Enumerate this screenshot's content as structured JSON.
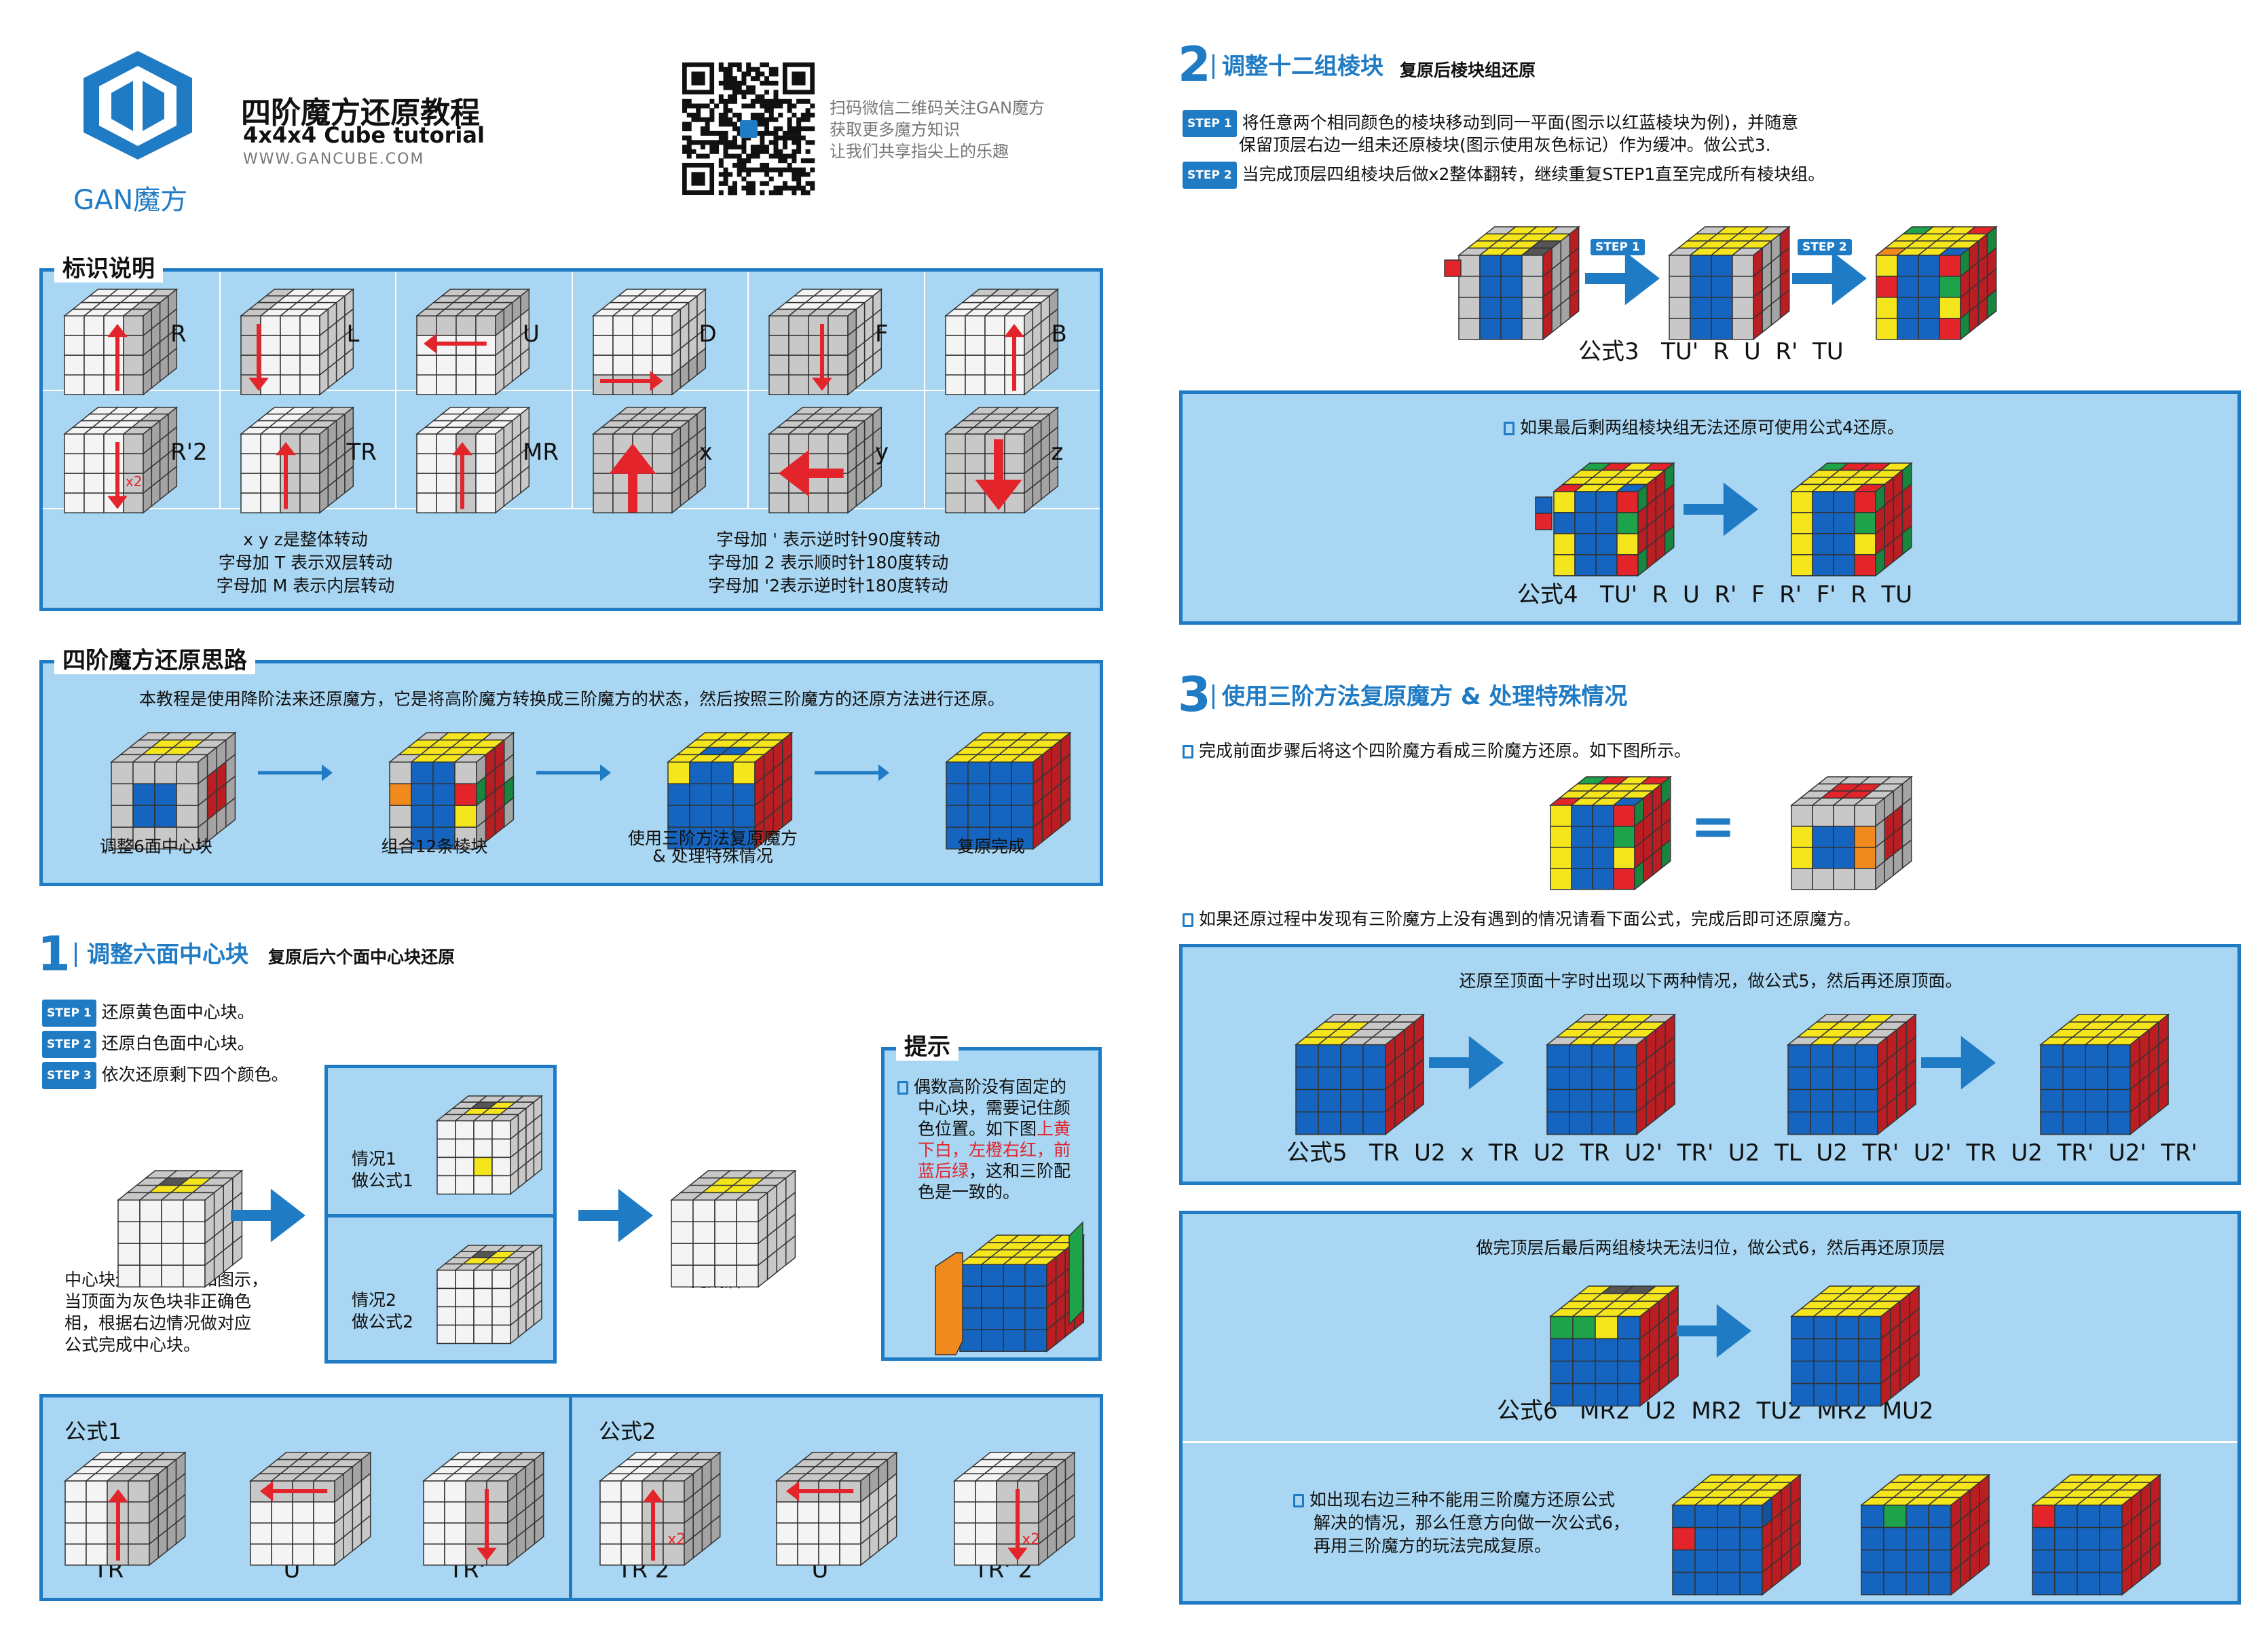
{
  "header": {
    "logo_text": "GAN魔方",
    "title": "四阶魔方还原教程",
    "subtitle": "4x4x4 Cube tutorial",
    "website": "WWW.GANCUBE.COM",
    "qr_lines": [
      "扫码微信二维码关注GAN魔方",
      "获取更多魔方知识",
      "让我们共享指尖上的乐趣"
    ]
  },
  "notation": {
    "title": "标识说明",
    "row1": [
      "R",
      "L",
      "U",
      "D",
      "F",
      "B"
    ],
    "row2": [
      "R'2",
      "TR",
      "MR",
      "x",
      "y",
      "z"
    ],
    "x2": "x2",
    "notes_left": [
      "x y z是整体转动",
      "字母加 T 表示双层转动",
      "字母加 M 表示内层转动"
    ],
    "notes_right": [
      "字母加 ' 表示逆时针90度转动",
      "字母加 2 表示顺时针180度转动",
      "字母加 '2表示逆时针180度转动"
    ]
  },
  "approach": {
    "title": "四阶魔方还原思路",
    "intro": "本教程是使用降阶法来还原魔方，它是将高阶魔方转换成三阶魔方的状态，然后按照三阶魔方的还原方法进行还原。",
    "steps": [
      "调整6面中心块",
      "组合12条棱块",
      "使用三阶方法复原魔方",
      "& 处理特殊情况",
      "复原完成"
    ]
  },
  "section1": {
    "num": "1",
    "title": "调整六面中心块",
    "subtitle": "复原后六个面中心块还原",
    "step_badges": [
      "STEP 1",
      "STEP 2",
      "STEP 3"
    ],
    "steps": [
      "还原黄色面中心块。",
      "还原白色面中心块。",
      "依次还原剩下四个颜色。"
    ],
    "case1": [
      "情况1",
      "做公式1"
    ],
    "case2": [
      "情况2",
      "做公式2"
    ],
    "done": "完成后",
    "explain": [
      "中心块还原思路：如图示，",
      "当顶面为灰色块非正确色",
      "相，根据右边情况做对应",
      "公式完成中心块。"
    ],
    "tip_title": "提示",
    "tip_lines": [
      "偶数高阶没有固定的",
      "中心块，需要记住颜",
      "色位置。如下图",
      "这和三阶配",
      "色是一致的。"
    ],
    "tip_red": [
      "上黄",
      "下白，左橙右红，前",
      "蓝后绿"
    ],
    "tip_punct": "，"
  },
  "formulas12": {
    "f1_title": "公式1",
    "f1": [
      "TR",
      "U",
      "TR'"
    ],
    "f2_title": "公式2",
    "f2": [
      "TR 2",
      "U",
      "TR' 2"
    ],
    "x2": "x2"
  },
  "section2": {
    "num": "2",
    "title": "调整十二组棱块",
    "subtitle": "复原后棱块组还原",
    "step_badges": [
      "STEP 1",
      "STEP 2"
    ],
    "step1_a": "将任意两个相同颜色的棱块移动到同一平面(图示以红蓝棱块为例)，并随意",
    "step1_b": "保留顶层右边一组未还原棱块(图示使用灰色标记）作为缓冲。做公式3.",
    "step2": "当完成顶层四组棱块后做x2整体翻转，继续重复STEP1直至完成所有棱块组。",
    "arrow_labels": [
      "STEP 1",
      "STEP 2"
    ],
    "formula3": "公式3   TU'  R  U  R'  TU",
    "note4": "如果最后剩两组棱块组无法还原可使用公式4还原。",
    "formula4": "公式4   TU'  R  U  R'  F  R'  F'  R  TU"
  },
  "section3": {
    "num": "3",
    "title": "使用三阶方法复原魔方 & 处理特殊情况",
    "note_a": "完成前面步骤后将这个四阶魔方看成三阶魔方还原。如下图所示。",
    "equals": "=",
    "note_b": "如果还原过程中发现有三阶魔方上没有遇到的情况请看下面公式，完成后即可还原魔方。",
    "case5": "还原至顶面十字时出现以下两种情况，做公式5，然后再还原顶面。",
    "formula5": "公式5   TR  U2  x  TR  U2  TR  U2'  TR'  U2  TL  U2  TR'  U2'  TR  U2  TR'  U2'  TR'",
    "case6": "做完顶层后最后两组棱块无法归位，做公式6，然后再还原顶层",
    "formula6": "公式6   MR2  U2  MR2  TU2  MR2  MU2",
    "note_c": [
      "如出现右边三种不能用三阶魔方还原公式",
      "解决的情况，那么任意方向做一次公式6，",
      "再用三阶魔方的玩法完成复原。"
    ]
  },
  "colors": {
    "accent": "#1f7bc4",
    "panel": "#a9d6f2",
    "red": "#e3242b",
    "yellow": "#f5e51c",
    "blue": "#1565c0",
    "orange": "#f08a1c",
    "green": "#1ea34a",
    "gray": "#c8c8c8"
  }
}
